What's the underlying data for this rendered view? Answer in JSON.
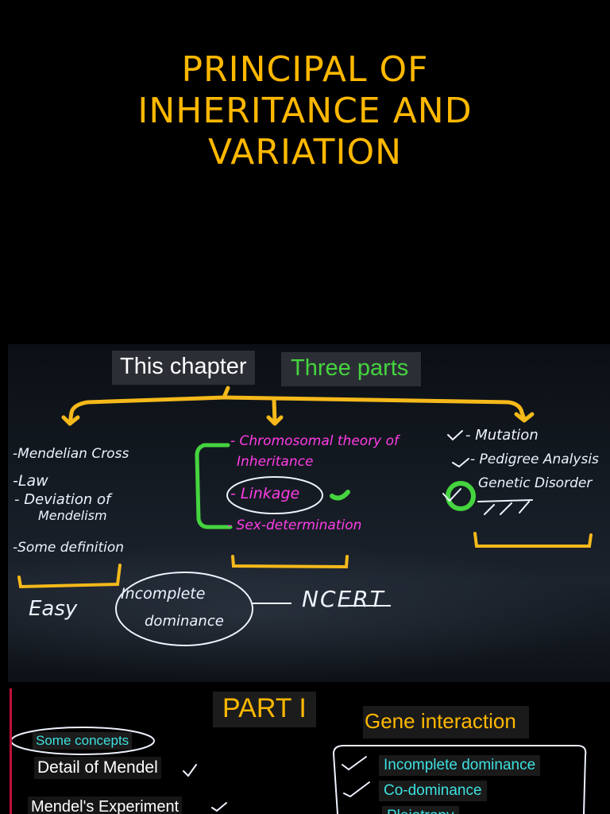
{
  "title": {
    "lines": [
      "PRINCIPAL OF",
      "INHERITANCE AND",
      "VARIATION"
    ],
    "color": "#ffb800"
  },
  "slide1": {
    "heading": "This chapter",
    "parts": "Three parts",
    "left_col": {
      "items": [
        "-Mendelian Cross",
        "-Law",
        "- Deviation of",
        "Mendelism",
        "-Some definition"
      ],
      "note": "Easy"
    },
    "middle_col": {
      "items": [
        "- Chromosomal theory of",
        "Inheritance",
        "- Linkage",
        "- Sex-determination"
      ]
    },
    "right_col": {
      "items": [
        "- Mutation",
        "- Pedigree Analysis",
        "Genetic Disorder"
      ]
    },
    "oval_text": [
      "Incomplete",
      "dominance"
    ],
    "ncert": "NCERT",
    "colors": {
      "brace": "#f5b91a",
      "bracket": "#45d43f",
      "pink": "#ff3ce6",
      "ink": "#eef2ff"
    }
  },
  "slide2": {
    "part": "PART I",
    "some_concepts": "Some concepts",
    "detail_of_mendel": "Detail of Mendel",
    "mendels_experiment": "Mendel's Experiment",
    "gene_interaction": "Gene interaction",
    "items": [
      "Incomplete dominance",
      "Co-dominance",
      "Pleiotropy"
    ],
    "colors": {
      "part": "#ffb800",
      "teal": "#3ee0e0"
    }
  }
}
